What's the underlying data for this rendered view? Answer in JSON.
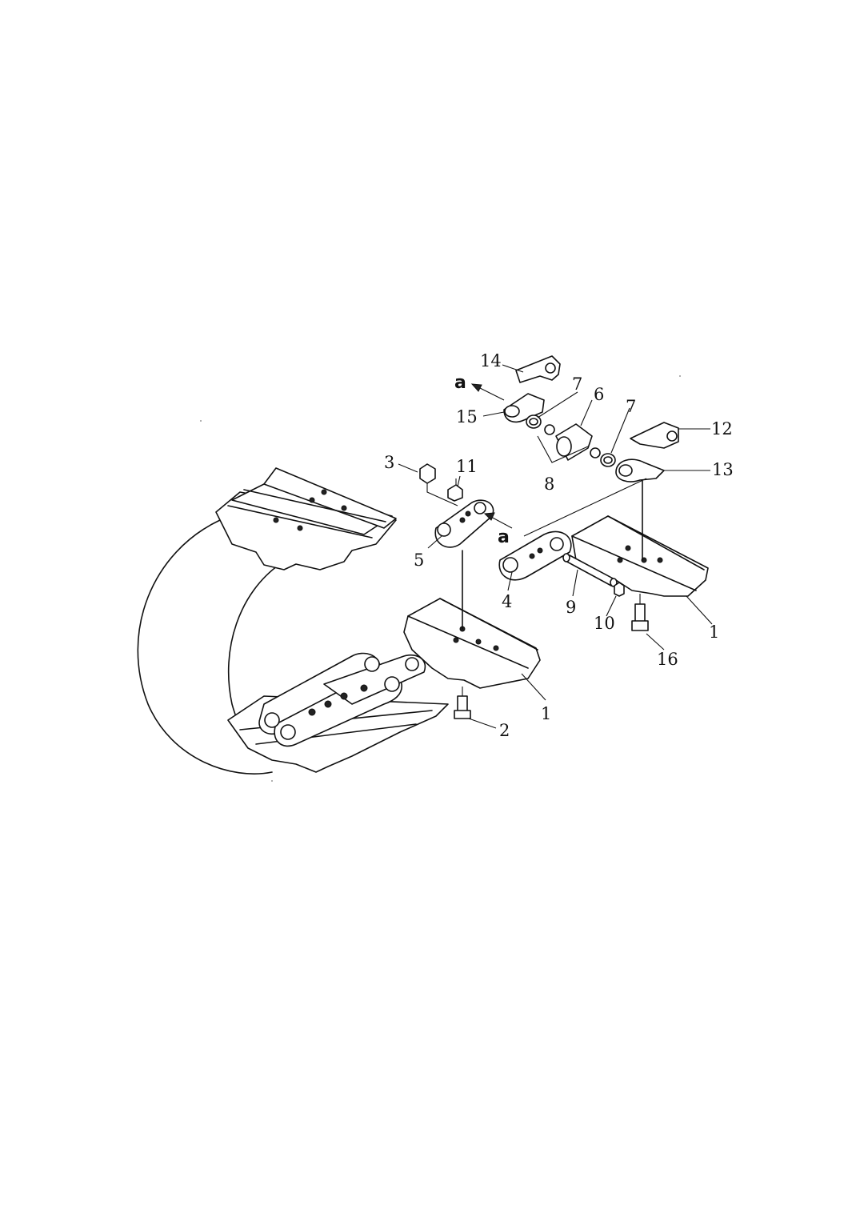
{
  "callouts": {
    "c1a": "1",
    "c1b": "1",
    "c2": "2",
    "c3": "3",
    "c4": "4",
    "c5": "5",
    "c6": "6",
    "c7a": "7",
    "c7b": "7",
    "c8": "8",
    "c9": "9",
    "c10": "10",
    "c11": "11",
    "c12": "12",
    "c13": "13",
    "c14": "14",
    "c15": "15",
    "c16": "16"
  },
  "view_marks": {
    "a_top": "a",
    "a_mid": "a"
  }
}
